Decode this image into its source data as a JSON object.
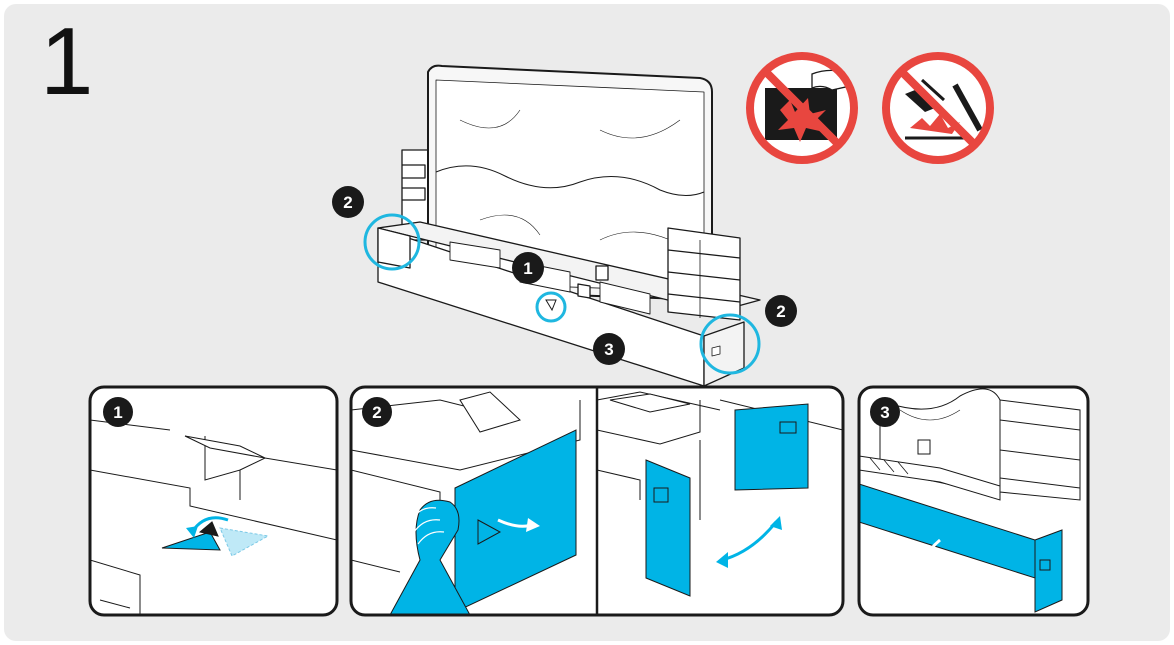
{
  "step": {
    "number": "1"
  },
  "callouts": {
    "one": "1",
    "two": "2",
    "three": "3"
  },
  "icons": {
    "warn_1": "no-pressing-screen-icon",
    "warn_2": "no-dropping-icon"
  },
  "colors": {
    "accent": "#00b4e6",
    "accent_ring": "#1fb7e0",
    "prohibit": "#e8463f",
    "badge": "#1a1a1a",
    "panel_border": "#1a1a1a",
    "background": "#ebebeb"
  }
}
